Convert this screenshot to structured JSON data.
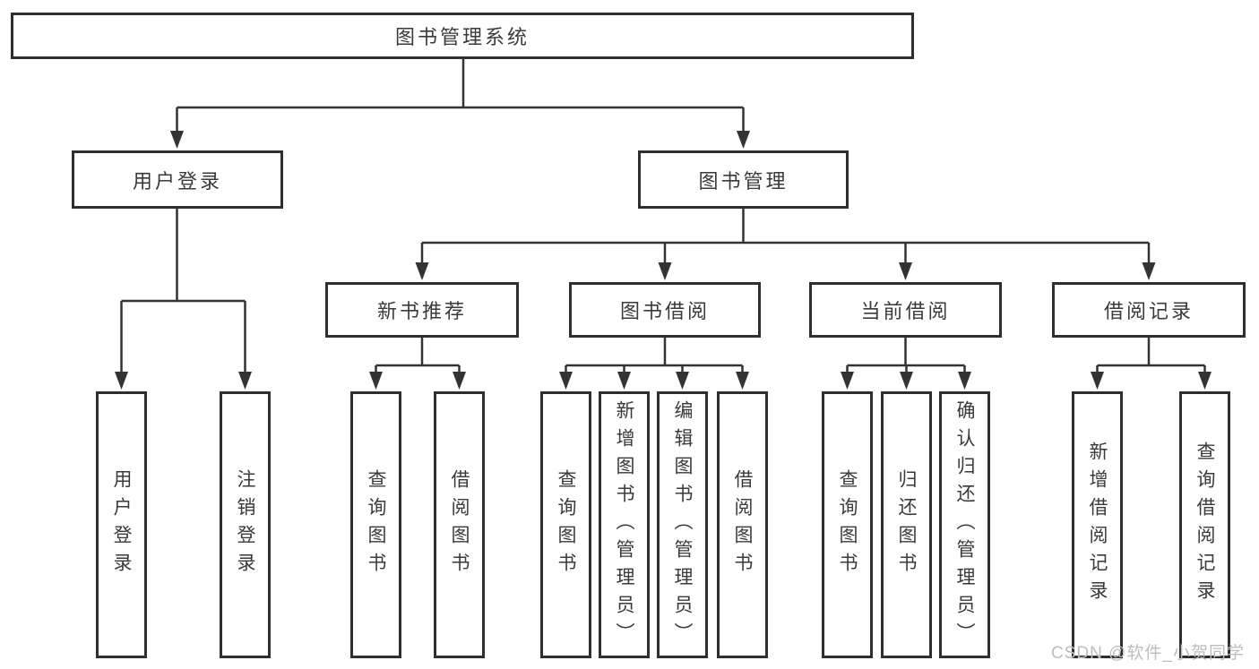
{
  "diagram": {
    "title": "图书管理系统",
    "branches": {
      "user_login": {
        "label": "用户登录",
        "children": [
          "用户登录",
          "注销登录"
        ]
      },
      "book_management": {
        "label": "图书管理",
        "modules": [
          {
            "label": "新书推荐",
            "children": [
              "查询图书",
              "借阅图书"
            ]
          },
          {
            "label": "图书借阅",
            "children": [
              "查询图书",
              "新增图书（管理员）",
              "编辑图书（管理员）",
              "借阅图书"
            ]
          },
          {
            "label": "当前借阅",
            "children": [
              "查询图书",
              "归还图书",
              "确认归还（管理员）"
            ]
          },
          {
            "label": "借阅记录",
            "children": [
              "新增借阅记录",
              "查询借阅记录"
            ]
          }
        ]
      }
    },
    "watermark": "CSDN @软件_小贺同学",
    "colors": {
      "line": "#333333",
      "box_border": "#2e2e2e",
      "text": "#3a3a3a",
      "watermark": "#bdbdbd",
      "background": "#ffffff"
    }
  }
}
